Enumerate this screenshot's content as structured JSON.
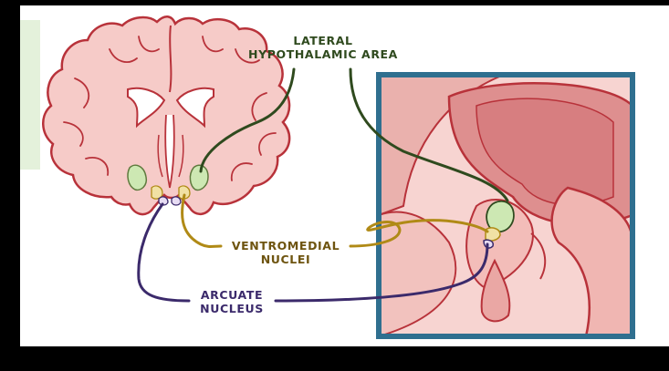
{
  "labels": {
    "lateral_hypothalamic_area": [
      "LATERAL",
      "HYPOTHALAMIC AREA"
    ],
    "ventromedial_nuclei": [
      "VENTROMEDIAL",
      "NUCLEI"
    ],
    "arcuate_nucleus": [
      "ARCUATE",
      "NUCLEUS"
    ]
  },
  "colors": {
    "brain_fill": "#f6cbc8",
    "brain_outline": "#b8323a",
    "lateral_green": "#cde8b3",
    "lateral_line": "#2f4a1e",
    "ventromedial_yellow": "#f1e1a4",
    "ventromedial_line": "#b08a16",
    "arcuate_purple": "#3b2a6b",
    "panel_border": "#2f6f8f",
    "green_tab": "#e4f1db"
  }
}
